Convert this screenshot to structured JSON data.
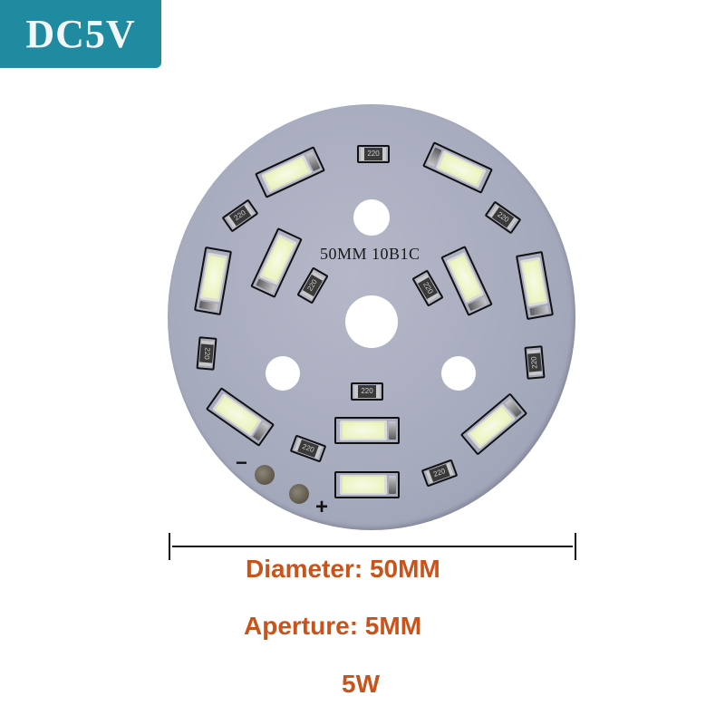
{
  "badge": {
    "label": "DC5V",
    "color": "#1f8aa0"
  },
  "board": {
    "silkscreen": "50MM 10B1C",
    "minus_sign": "−",
    "plus_sign": "+",
    "resistor_code": "220",
    "led_count": 10,
    "resistor_count": 10,
    "color": "#a7abbe"
  },
  "specs": {
    "diameter": "Diameter: 50MM",
    "aperture": "Aperture: 5MM",
    "power": "5W",
    "text_color": "#c9531a"
  }
}
